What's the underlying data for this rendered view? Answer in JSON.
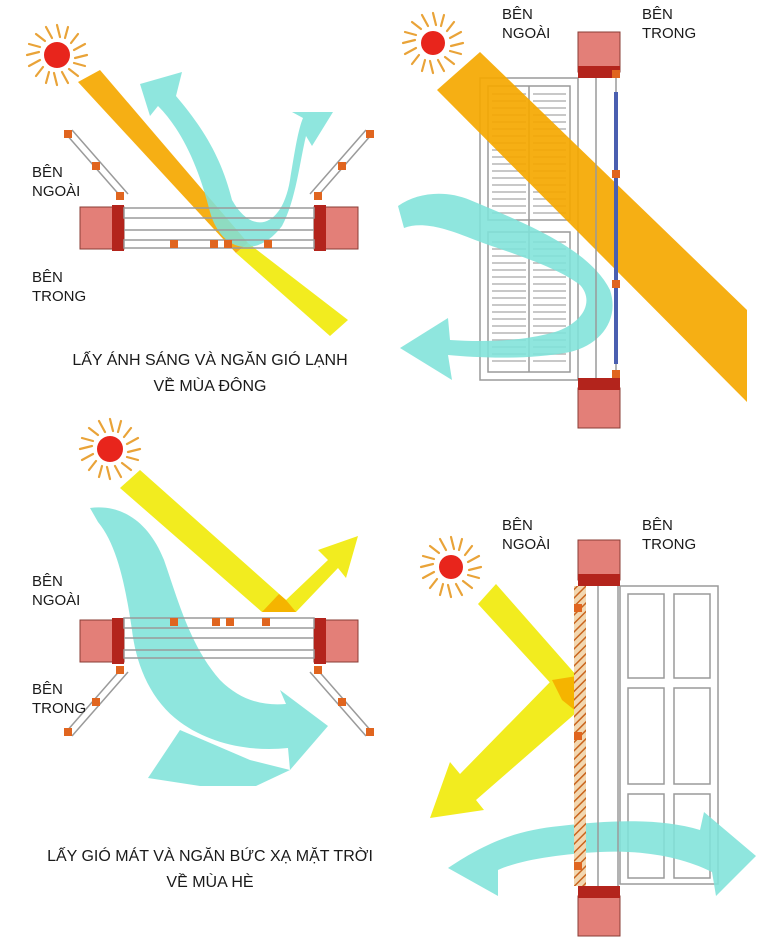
{
  "colors": {
    "sun_core": "#e8251c",
    "sun_rays": "#e9a338",
    "sunlight_winter": "#f5a800",
    "sunlight_summer": "#f2ec1f",
    "wind": "#7fe3d9",
    "wall": "#e37f78",
    "wall_dark": "#b3241c",
    "frame": "#9a9a9a",
    "hinge": "#e0651f"
  },
  "labels": {
    "outside": "BÊN NGOÀI",
    "inside": "BÊN TRONG"
  },
  "panels": {
    "winter_horizontal": {
      "label_outside": "BÊN NGOÀI",
      "label_inside": "BÊN TRONG"
    },
    "winter_vertical": {
      "label_outside": "BÊN NGOÀI",
      "label_inside": "BÊN TRONG"
    },
    "summer_horizontal": {
      "label_outside": "BÊN NGOÀI",
      "label_inside": "BÊN TRONG"
    },
    "summer_vertical": {
      "label_outside": "BÊN NGOÀI",
      "label_inside": "BÊN TRONG"
    }
  },
  "captions": {
    "winter": {
      "line1": "LẤY ÁNH SÁNG VÀ NGĂN GIÓ LẠNH",
      "line2": "VỀ MÙA ĐÔNG"
    },
    "summer": {
      "line1": "LẤY GIÓ MÁT VÀ NGĂN BỨC XẠ MẶT TRỜI",
      "line2": "VỀ MÙA HÈ"
    }
  }
}
